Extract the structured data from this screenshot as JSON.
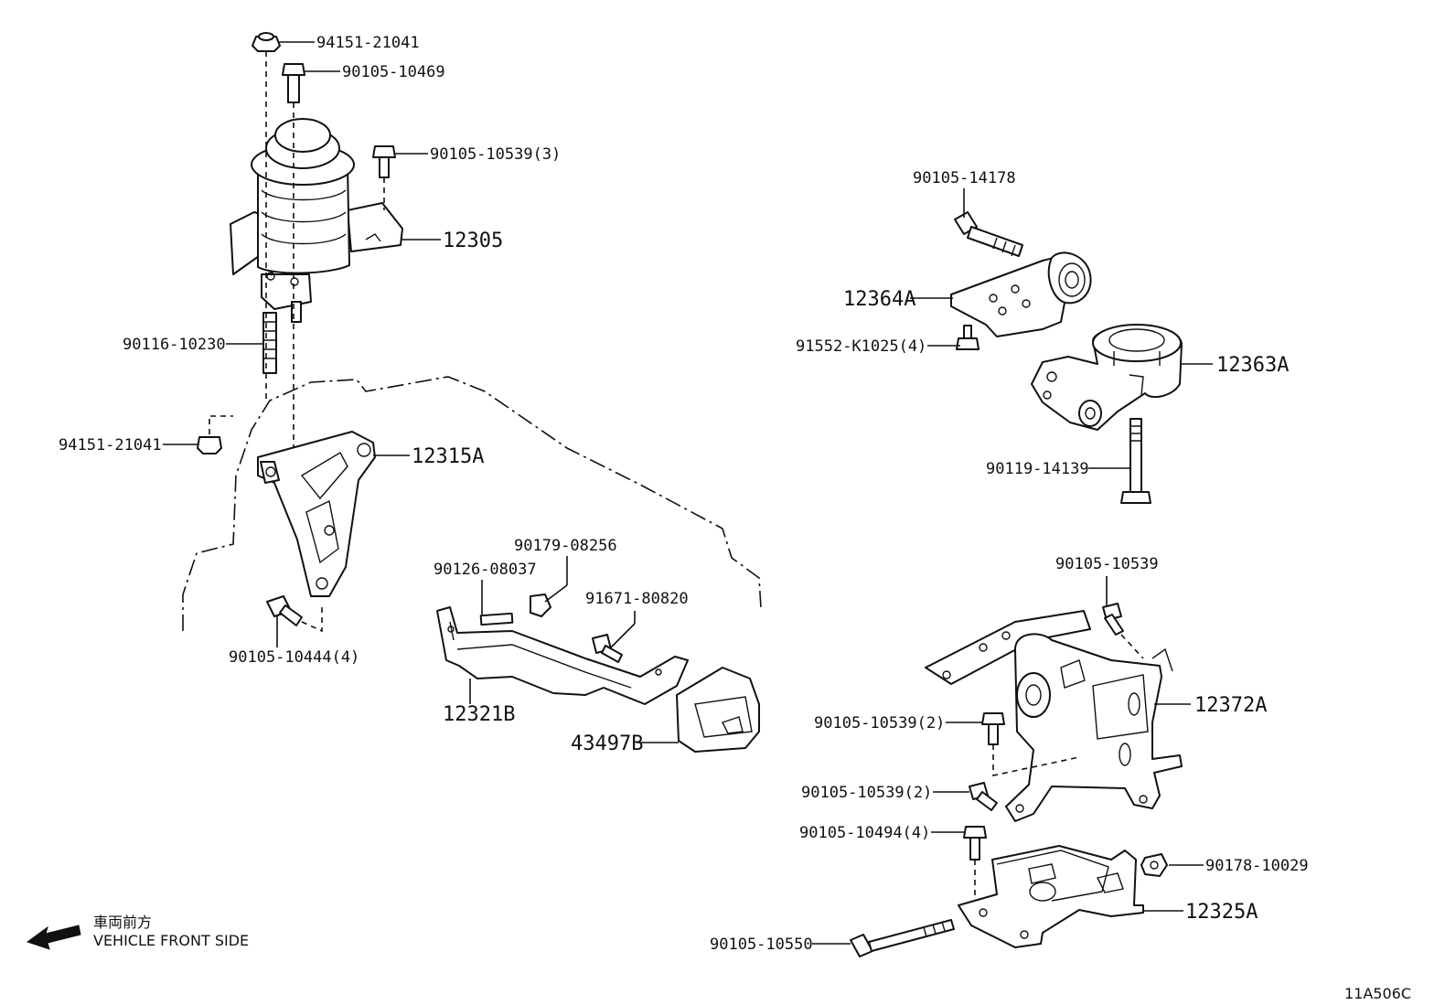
{
  "labels": {
    "p_94151_21041_top": "94151-21041",
    "p_90105_10469": "90105-10469",
    "p_90105_10539_3": "90105-10539(3)",
    "p_12305": "12305",
    "p_90116_10230": "90116-10230",
    "p_94151_21041_left": "94151-21041",
    "p_12315A": "12315A",
    "p_90105_10444_4": "90105-10444(4)",
    "p_90179_08256": "90179-08256",
    "p_90126_08037": "90126-08037",
    "p_91671_80820": "91671-80820",
    "p_12321B": "12321B",
    "p_43497B": "43497B",
    "p_90105_14178": "90105-14178",
    "p_12364A": "12364A",
    "p_91552_K1025_4": "91552-K1025(4)",
    "p_12363A": "12363A",
    "p_90119_14139": "90119-14139",
    "p_90105_10539": "90105-10539",
    "p_12372A": "12372A",
    "p_90105_10539_2a": "90105-10539(2)",
    "p_90105_10539_2b": "90105-10539(2)",
    "p_90105_10494_4": "90105-10494(4)",
    "p_90178_10029": "90178-10029",
    "p_12325A": "12325A",
    "p_90105_10550": "90105-10550"
  },
  "legend": {
    "japanese": "車両前方",
    "english": "VEHICLE FRONT SIDE"
  },
  "drawing_code": "11A506C"
}
